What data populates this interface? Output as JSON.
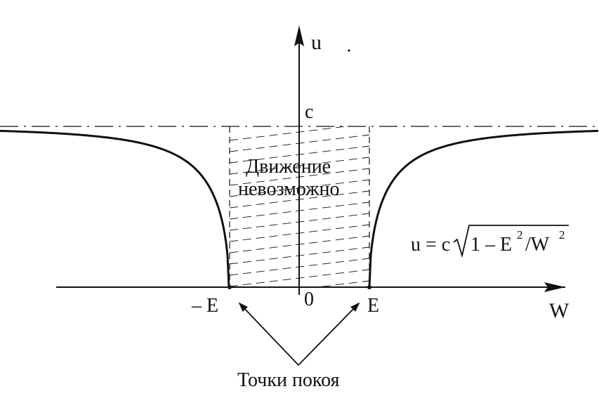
{
  "axes": {
    "y_label": "u",
    "x_label": "W",
    "c_label": "c",
    "origin_label": "0",
    "neg_e_label": "– E",
    "pos_e_label": "E"
  },
  "region": {
    "line1": "Движение",
    "line2": "невозможно"
  },
  "formula": {
    "lhs": "u = c",
    "radicand_one": "1 – E",
    "power": "2",
    "slash": "/W",
    "power2": "2"
  },
  "rest_points": "Точки покоя",
  "colors": {
    "ink": "#111111",
    "background": "#ffffff"
  }
}
